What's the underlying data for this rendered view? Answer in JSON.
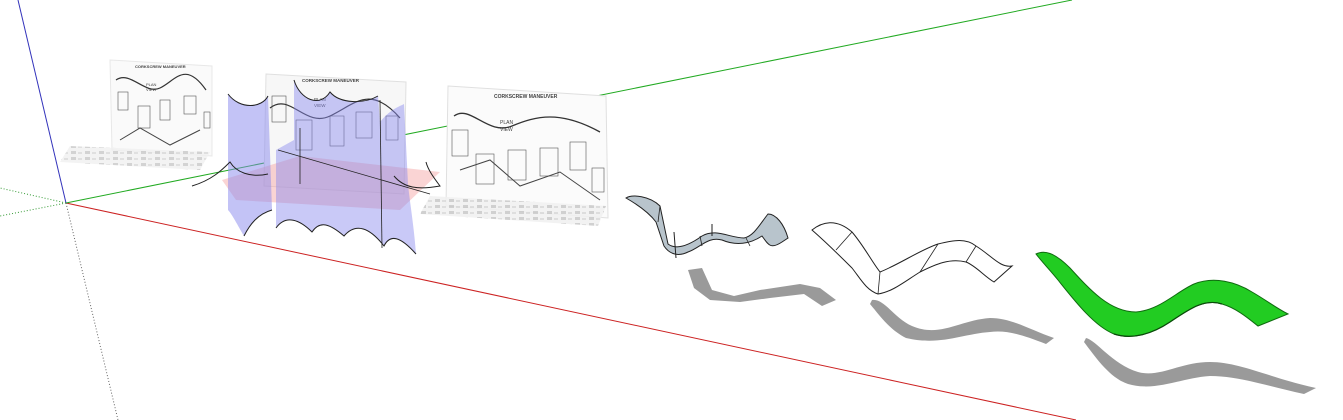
{
  "scene": {
    "background": "#ffffff",
    "axis_colors": {
      "red_axis": "#cc2222",
      "green_axis": "#22aa22",
      "blue_axis": "#3333bb",
      "dotted_axis": "#339933"
    },
    "reference_images": [
      {
        "title": "CORKSCREW MANEUVER",
        "subtitle_1": "PLAN",
        "subtitle_2": "VIEW"
      },
      {
        "title": "CORKSCREW MANEUVER",
        "subtitle_1": "PLAN",
        "subtitle_2": "VIEW"
      },
      {
        "title": "CORKSCREW MANEUVER",
        "subtitle_1": "PLAN",
        "subtitle_2": "VIEW"
      }
    ],
    "guide_planes": {
      "vertical_plane_color": "#8888ee",
      "horizontal_plane_color": "#f4a0a0"
    },
    "models": [
      {
        "style": "grey-segmented",
        "fill": "#b8c4cc"
      },
      {
        "style": "wireframe",
        "fill": "#ffffff"
      },
      {
        "style": "solid-green",
        "fill": "#22cc22"
      }
    ],
    "shadow_color": "#9a9a9a"
  }
}
